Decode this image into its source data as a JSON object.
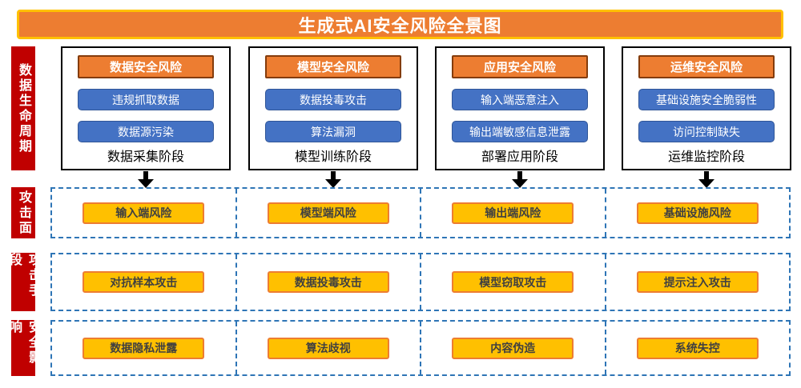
{
  "title": "生成式AI安全风险全景图",
  "side_labels": {
    "lifecycle": "数据生命周期",
    "surface": "攻击面",
    "method": "攻击手段",
    "impact": "安全影响"
  },
  "columns": [
    {
      "header": "数据安全风险",
      "risks": [
        "违规抓取数据",
        "数据源污染"
      ],
      "stage": "数据采集阶段",
      "surface": "输入端风险",
      "method": "对抗样本攻击",
      "impact": "数据隐私泄露"
    },
    {
      "header": "模型安全风险",
      "risks": [
        "数据投毒攻击",
        "算法漏洞"
      ],
      "stage": "模型训练阶段",
      "surface": "模型端风险",
      "method": "数据投毒攻击",
      "impact": "算法歧视"
    },
    {
      "header": "应用安全风险",
      "risks": [
        "输入端恶意注入",
        "输出端敏感信息泄露"
      ],
      "stage": "部署应用阶段",
      "surface": "输出端风险",
      "method": "模型窃取攻击",
      "impact": "内容伪造"
    },
    {
      "header": "运维安全风险",
      "risks": [
        "基础设施安全脆弱性",
        "访问控制缺失"
      ],
      "stage": "运维监控阶段",
      "surface": "基础设施风险",
      "method": "提示注入攻击",
      "impact": "系统失控"
    }
  ],
  "colors": {
    "banner_fill": "#ED7D31",
    "banner_border": "#FFC000",
    "side_label_fill": "#C00000",
    "header_fill": "#ED7D31",
    "header_border": "#843C0C",
    "risk_box_fill": "#4472C4",
    "risk_box_border": "#2F5597",
    "yellow_box_fill": "#FFC000",
    "yellow_box_border": "#ED7D31",
    "grid_line": "#2E75B6",
    "stage_box_border": "#000000"
  }
}
